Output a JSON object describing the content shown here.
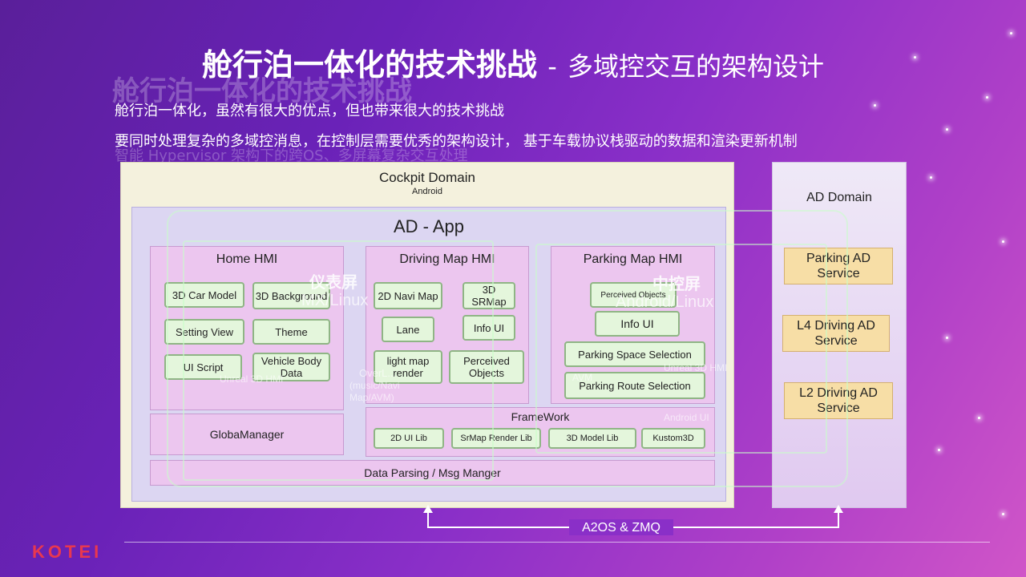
{
  "title": "舱行泊一体化的技术挑战",
  "title_sep": "-",
  "subtitle": "多域控交互的架构设计",
  "ghost_title": "舱行泊一体化的技术挑战",
  "line1": "舱行泊一体化，虽然有很大的优点，但也带来很大的技术挑战",
  "line2": "要同时处理复杂的多域控消息，在控制层需要优秀的架构设计， 基于车载协议栈驱动的数据和渲染更新机制",
  "ghost_line": "智能 Hypervisor 架构下的跨OS、多屏幕复杂交互处理",
  "cockpit": {
    "title": "Cockpit Domain",
    "os": "Android"
  },
  "ad_app": {
    "title": "AD - App"
  },
  "home_hmi": {
    "title": "Home HMI",
    "items": [
      "3D Car Model",
      "3D Background",
      "Setting View",
      "Theme",
      "UI Script",
      "Vehicle Body Data"
    ]
  },
  "driving_map_hmi": {
    "title": "Driving Map HMI",
    "items": [
      "2D Navi Map",
      "3D SRMap",
      "Lane",
      "Info UI",
      "light map render",
      "Perceived Objects"
    ]
  },
  "parking_map_hmi": {
    "title": "Parking Map HMI",
    "items": [
      "Perceived Objects",
      "Info UI",
      "Parking Space Selection",
      "Parking Route Selection"
    ]
  },
  "globa_manager": "GlobaManager",
  "framework": {
    "title": "FrameWork",
    "libs": [
      "2D UI Lib",
      "SrMap Render Lib",
      "3D Model Lib",
      "Kustom3D"
    ]
  },
  "data_parsing": "Data Parsing  / Msg Manger",
  "ad_domain": {
    "title": "AD Domain",
    "services": [
      "Parking AD Service",
      "L4 Driving AD Service",
      "L2 Driving AD Service"
    ]
  },
  "link_label": "A2OS  & ZMQ",
  "overlays": {
    "cluster_title": "仪表屏",
    "cluster_os": "MX/Linux",
    "center_title": "中控屏",
    "center_os": "Android/Linux",
    "unreal_3d_hmi_left": "Unreal 3D HMI",
    "unreal_3d_hmi_right": "Unreal 3D HMI",
    "overlay_text": "OverL...",
    "overlay_sub": "(music/Navi Map/AVM)",
    "avm": "AVM",
    "android_ui": "Android UI"
  },
  "logo": "KOTEI"
}
